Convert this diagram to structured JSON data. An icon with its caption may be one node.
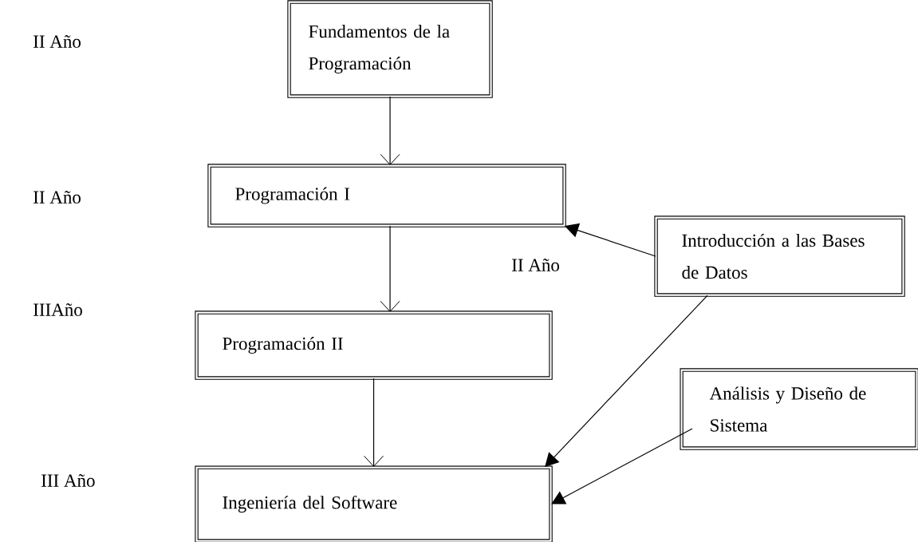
{
  "diagram": {
    "nodes": [
      {
        "text": [
          "Fundamentos de la Programación"
        ]
      },
      {
        "text": [
          "Programación I"
        ]
      },
      {
        "text": [
          "Programación II"
        ]
      },
      {
        "text": [
          "Introducción a las Bases de Datos"
        ]
      },
      {
        "text": [
          "Análisis y Diseño de Sistema"
        ]
      },
      {
        "text": [
          "Ingeniería del Software"
        ]
      }
    ],
    "edges": [
      {
        "from": 0,
        "to": 1,
        "arrow": "to"
      },
      {
        "from": 3,
        "to": 1,
        "arrow": "to"
      },
      {
        "from": 1,
        "to": 2,
        "arrow": "to"
      },
      {
        "from": 3,
        "to": 5,
        "arrow": "to"
      },
      {
        "from": 2,
        "to": 5,
        "arrow": "to"
      },
      {
        "from": 4,
        "to": 5,
        "arrow": "to"
      }
    ],
    "labels": [
      "II Año",
      "II Año",
      "II Año",
      "IIIAño",
      "III Año"
    ]
  }
}
